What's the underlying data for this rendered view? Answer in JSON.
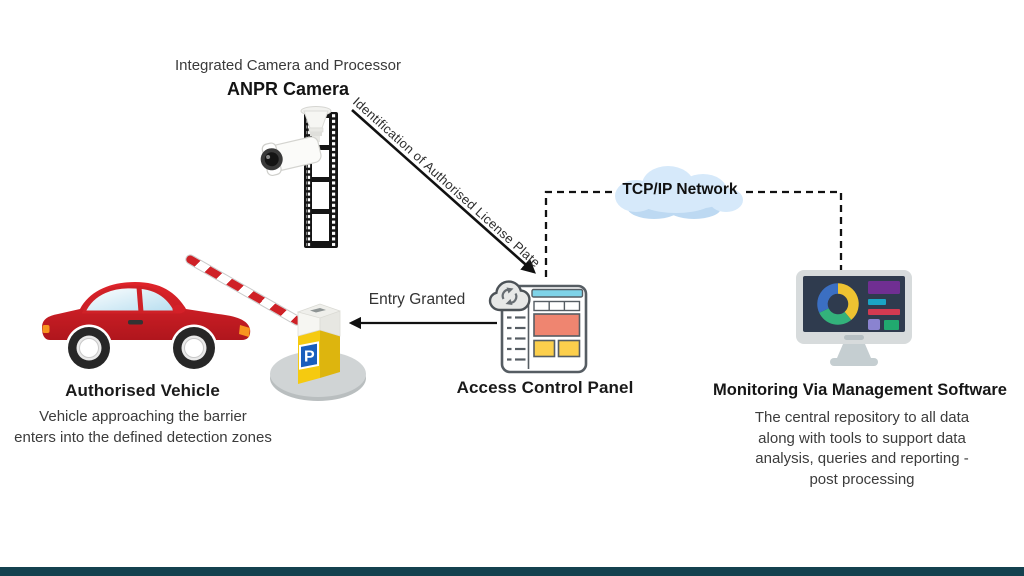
{
  "camera": {
    "subtitle": "Integrated Camera and Processor",
    "title": "ANPR Camera",
    "icon": "cctv-camera-filmstrip-icon"
  },
  "flows": {
    "identification_label": "Identification of Authorised License Plate",
    "network_label": "TCP/IP Network",
    "entry_label": "Entry Granted"
  },
  "access_panel": {
    "title": "Access Control Panel",
    "icon": "control-panel-window-icon",
    "sync_icon": "cloud-refresh-icon"
  },
  "vehicle": {
    "title": "Authorised Vehicle",
    "description": "Vehicle approaching the barrier\nenters into the defined detection zones",
    "icon": "red-car-icon"
  },
  "barrier": {
    "sign_letter": "P",
    "icon": "parking-barrier-icon"
  },
  "network": {
    "icon": "cloud-icon"
  },
  "monitoring": {
    "title": "Monitoring Via Management Software",
    "description": "The central repository to all data\nalong with tools to support data\nanalysis, queries and reporting -\npost processing",
    "icon": "dashboard-monitor-icon"
  },
  "colors": {
    "panel_header_cyan": "#7fd3e8",
    "panel_salmon": "#ef8570",
    "panel_yellow": "#fccf4c",
    "car_red": "#cf2127",
    "cloud_blue": "#d6e9fa",
    "monitor_screen_navy": "#2f3b4e",
    "chart_blue": "#3b6fc2",
    "chart_yellow": "#eec331",
    "chart_green": "#33b27b",
    "widget_purple": "#702f92",
    "widget_teal": "#1ba4c4",
    "widget_red": "#d23a51",
    "pillar_yellow": "#f5ca10",
    "sign_blue": "#1a5ebd",
    "footer_teal": "#14414f",
    "line_black": "#111111"
  }
}
